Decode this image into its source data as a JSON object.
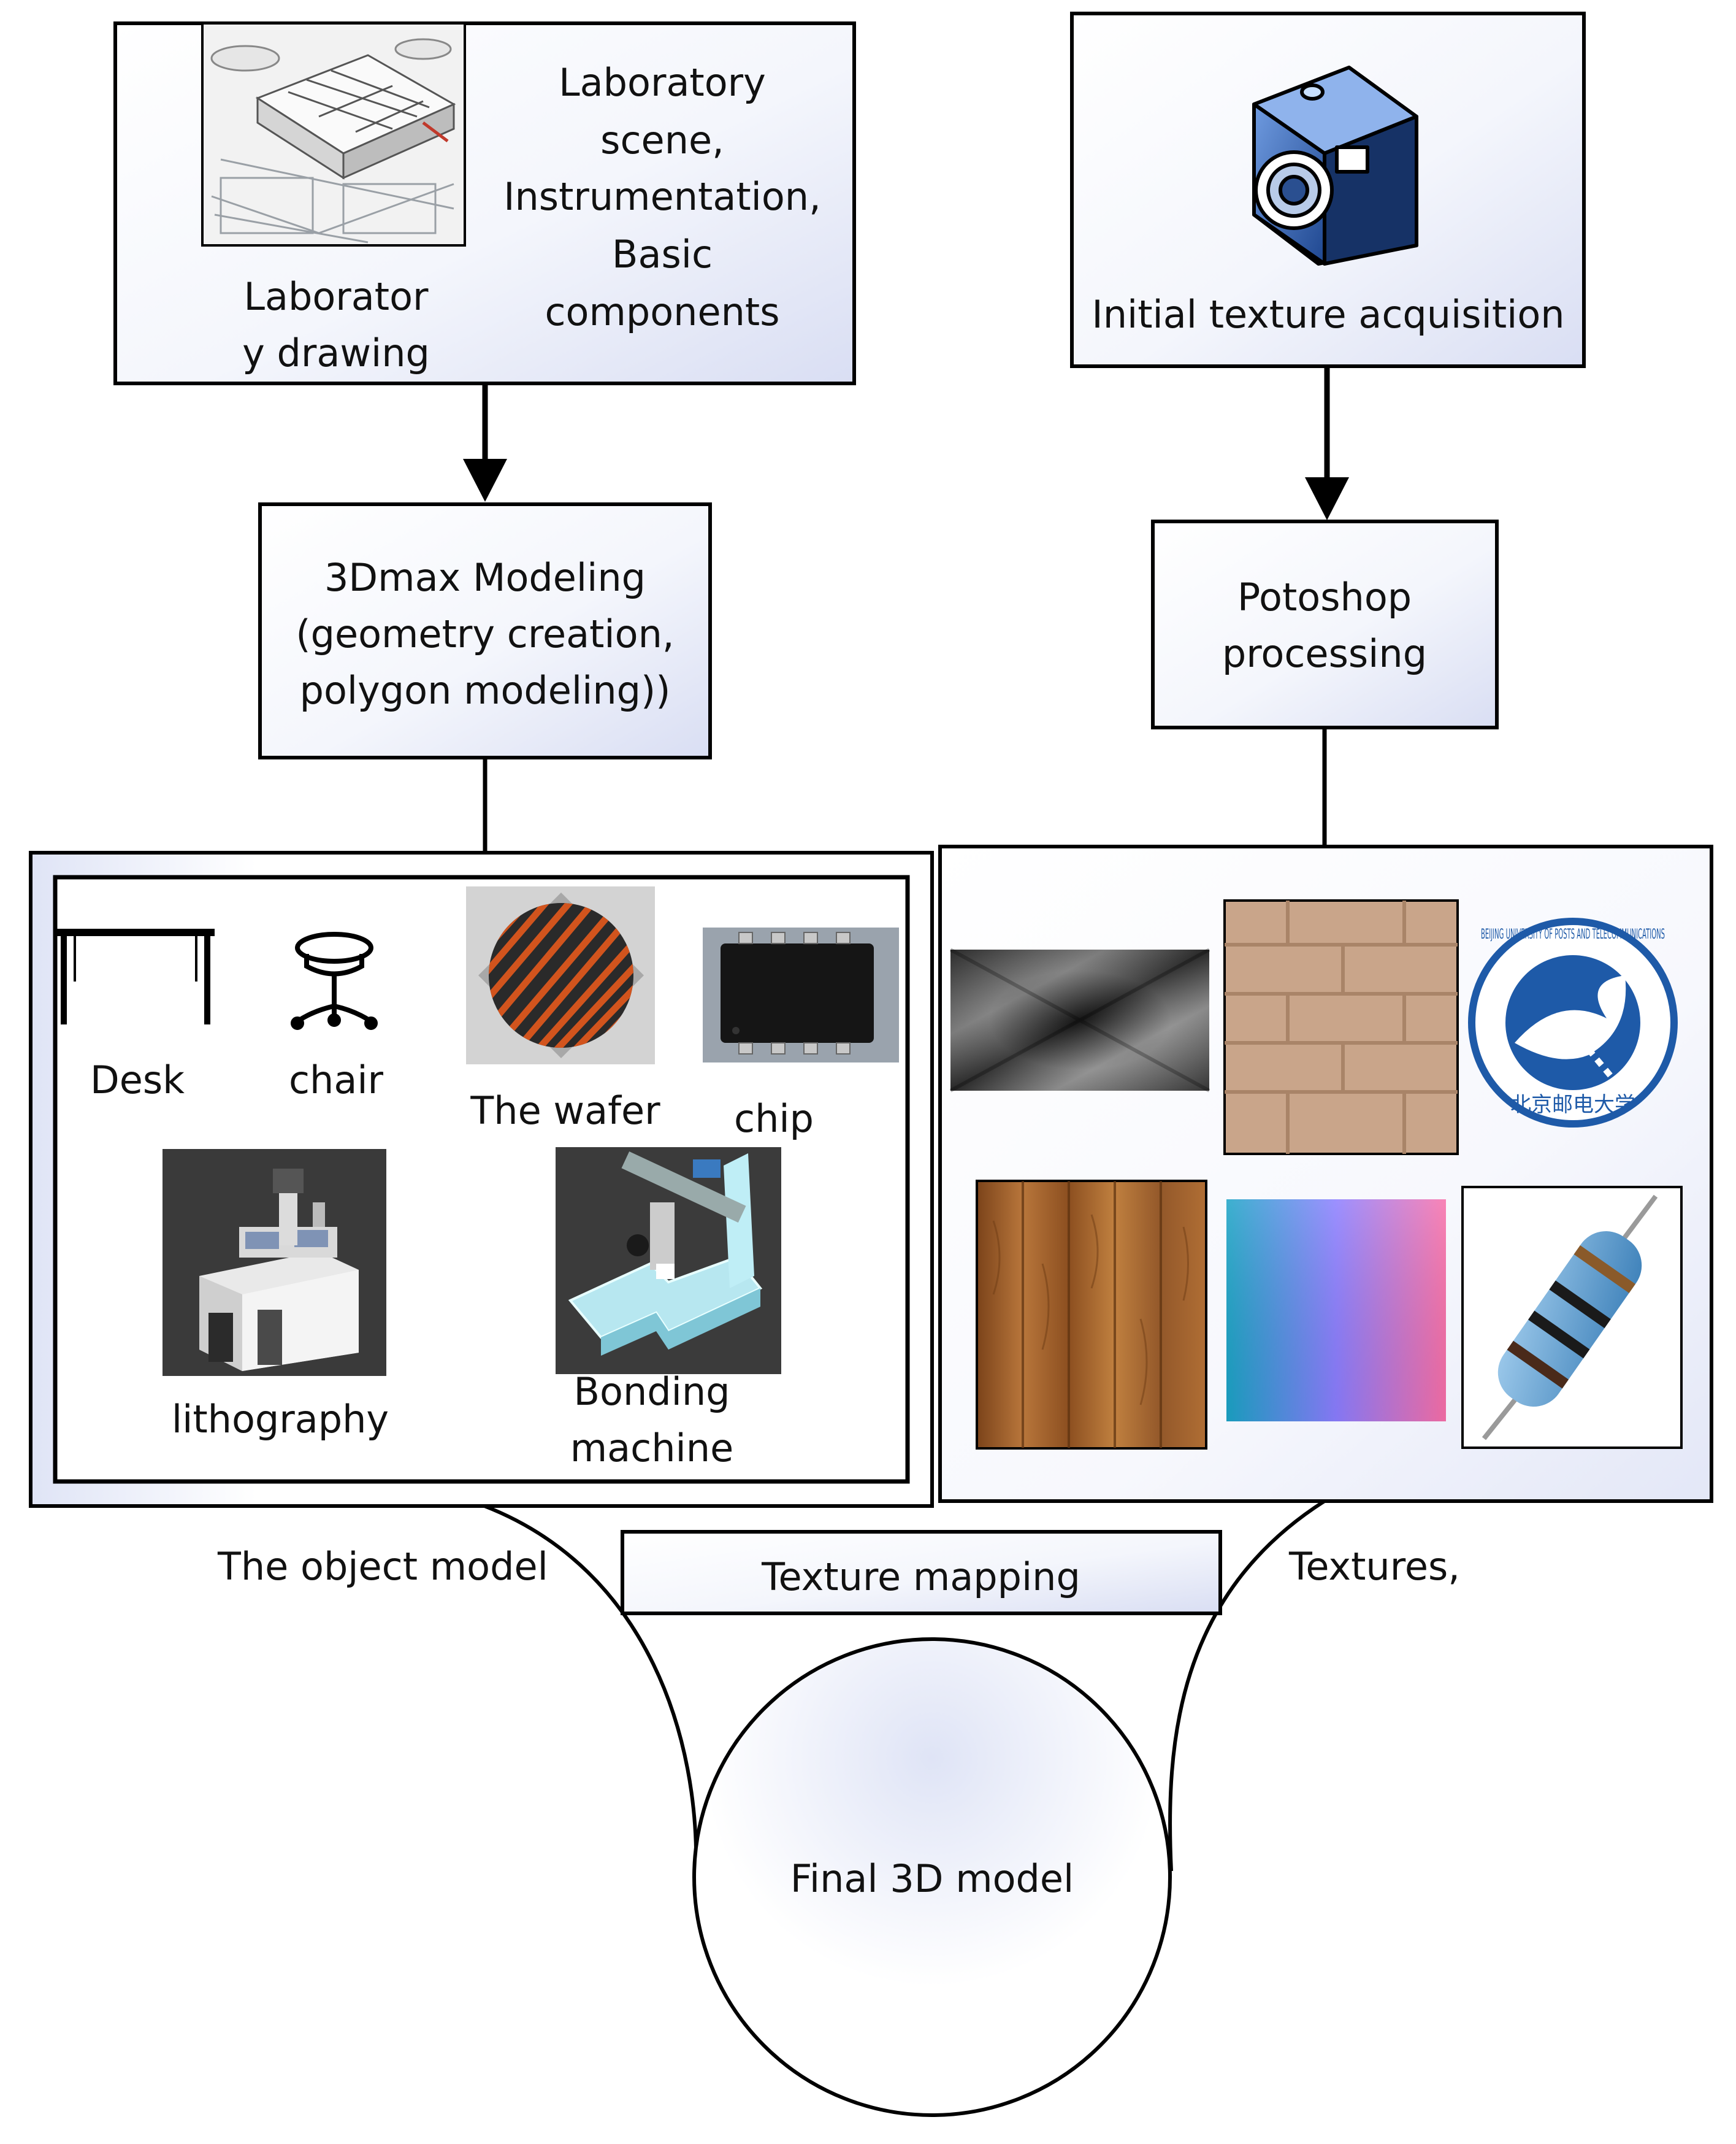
{
  "colors": {
    "stroke": "#000000",
    "box_fill_light": "#ffffff",
    "box_fill_tint": "#dde2f5",
    "camera_blue": "#2e5fb4",
    "wafer_orange": "#d2541d",
    "brick": "#c9a58a",
    "wood": "#9a5a26",
    "gradient_cyan": "#1aa3c6",
    "gradient_violet": "#8b7dff",
    "gradient_pink": "#f86fa9",
    "resistor_blue": "#5aa2d6",
    "logo_blue": "#1e5aa8"
  },
  "top_left_box": {
    "image_icon": "blueprint-3d-floorplan-image",
    "drawing_label_line1": "Laborator",
    "drawing_label_line2": "y drawing",
    "desc_line1": "Laboratory",
    "desc_line2": "scene,",
    "desc_line3": "Instrumentation,",
    "desc_line4": "Basic",
    "desc_line5": "components"
  },
  "top_right_box": {
    "image_icon": "camera-icon",
    "label": "Initial texture acquisition"
  },
  "modeling_box": {
    "line1": "3Dmax Modeling",
    "line2": "(geometry creation,",
    "line3": "polygon modeling))"
  },
  "photoshop_box": {
    "line1": "Potoshop",
    "line2": "processing"
  },
  "object_panel": {
    "items": [
      {
        "icon": "desk-icon",
        "label": "Desk"
      },
      {
        "icon": "chair-icon",
        "label": "chair"
      },
      {
        "icon": "wafer-image",
        "label": "The wafer"
      },
      {
        "icon": "chip-image",
        "label": "chip"
      },
      {
        "icon": "lithography-machine-image",
        "label": "lithography"
      },
      {
        "icon": "bonding-machine-image",
        "label_line1": "Bonding",
        "label_line2": "machine"
      }
    ]
  },
  "texture_panel": {
    "items": [
      {
        "icon": "brushed-metal-texture"
      },
      {
        "icon": "brick-texture"
      },
      {
        "icon": "university-logo",
        "logo_text": "BEIJING UNIVERSITY OF POSTS AND TELECOMMUNICATIONS",
        "logo_cn": "北京邮电大学"
      },
      {
        "icon": "wood-texture"
      },
      {
        "icon": "color-gradient-texture"
      },
      {
        "icon": "resistor-image"
      }
    ]
  },
  "bottom": {
    "object_model_label": "The object model",
    "texture_mapping_label": "Texture mapping",
    "textures_label": "Textures,",
    "final_label": "Final 3D model"
  }
}
